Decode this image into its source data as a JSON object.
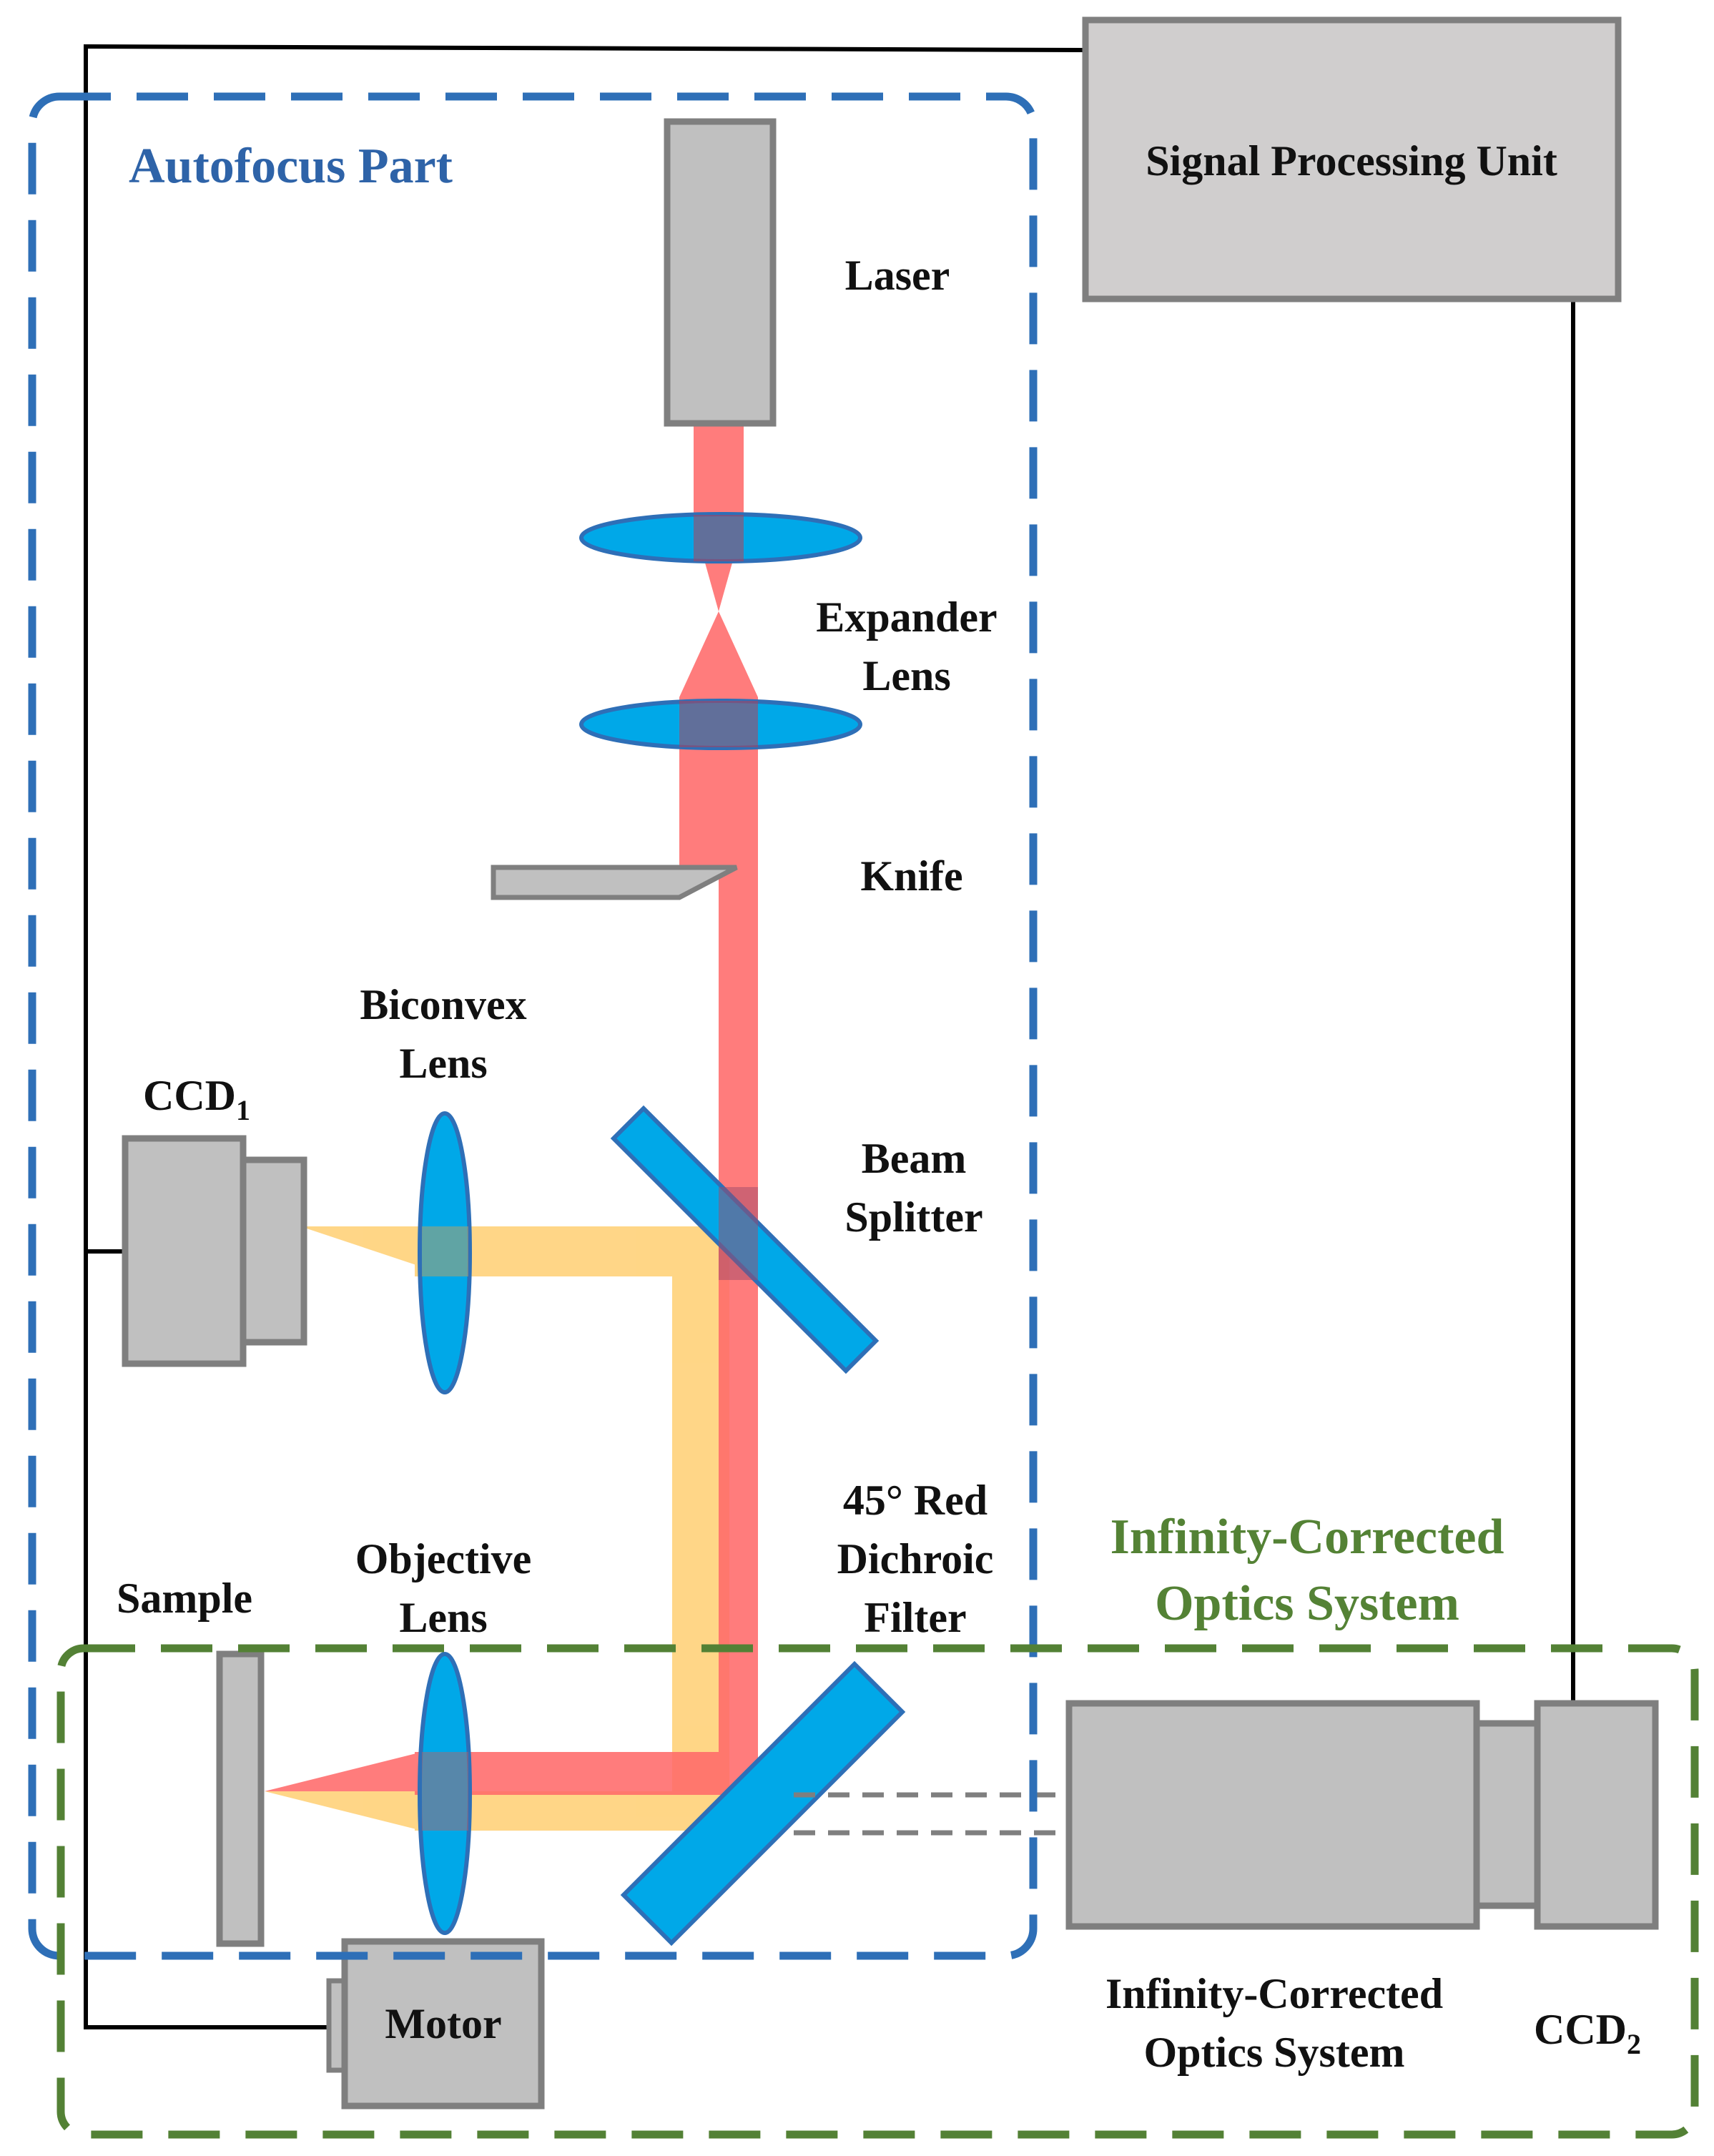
{
  "groups": {
    "autofocus": {
      "label": "Autofocus Part",
      "color": "#2e6fb7"
    },
    "infinity": {
      "label_line1": "Infinity-Corrected",
      "label_line2": "Optics System",
      "color": "#538135"
    }
  },
  "components": {
    "signal_processing": "Signal Processing Unit",
    "laser": "Laser",
    "expander_line1": "Expander",
    "expander_line2": "Lens",
    "knife": "Knife",
    "biconvex_line1": "Biconvex",
    "biconvex_line2": "Lens",
    "ccd1_main": "CCD",
    "ccd1_sub": "1",
    "beam_line1": "Beam",
    "beam_line2": "Splitter",
    "dichroic_line1": "45° Red",
    "dichroic_line2": "Dichroic",
    "dichroic_line3": "Filter",
    "objective_line1": "Objective",
    "objective_line2": "Lens",
    "sample": "Sample",
    "motor": "Motor",
    "ico_line1": "Infinity-Corrected",
    "ico_line2": "Optics System",
    "ccd2_main": "CCD",
    "ccd2_sub": "2"
  },
  "colors": {
    "laser_beam": "#ff6a6a",
    "return_beam": "#ffd27a",
    "optic_blue": "#00a8e8",
    "component_gray": "#c0c0c0",
    "component_border": "#7f7f7f"
  }
}
